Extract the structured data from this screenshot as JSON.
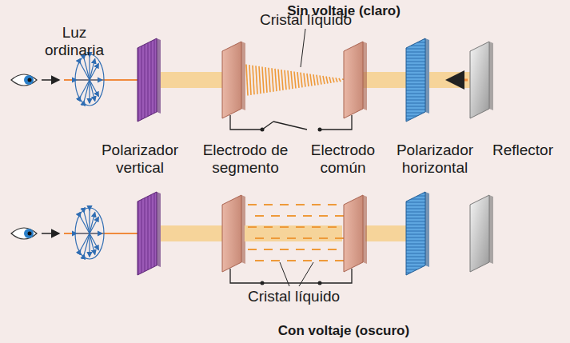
{
  "diagram": {
    "title": "Sin voltaje (claro)",
    "caption": "Con voltaje (oscuro)",
    "labels": [
      "Luz ordinaria",
      "Cristal líquido",
      "Polarizador vertical",
      "Electrodo de segmento",
      "Electrodo común",
      "Polarizador horizontal",
      "Reflector",
      "Cristal líquido"
    ]
  }
}
